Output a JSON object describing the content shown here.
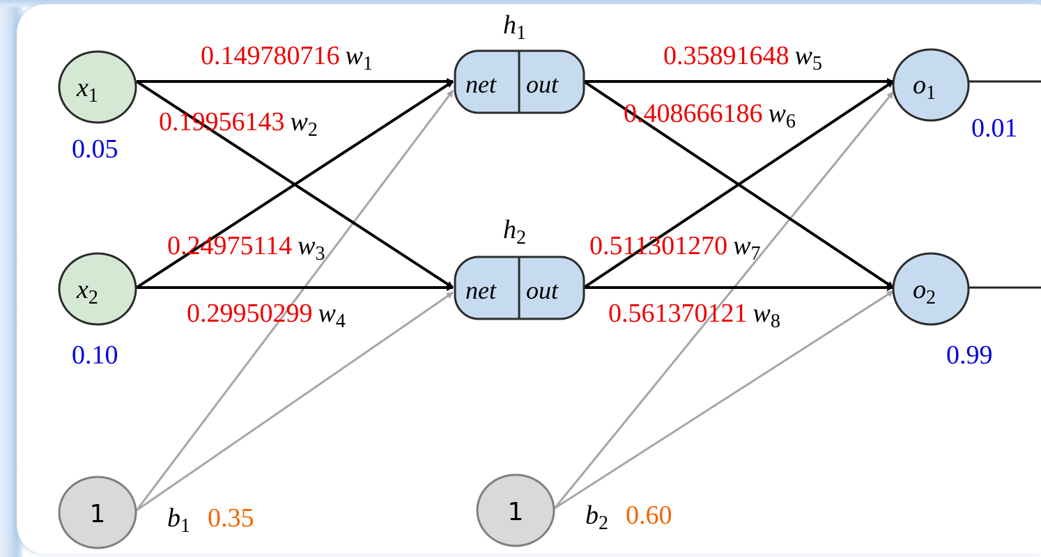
{
  "colors": {
    "weight": "#ee0000",
    "input_value": "#0000dd",
    "bias_value": "#ee6600",
    "input_node_fill": "#d5e8d4",
    "hidden_fill": "#c6dbef",
    "output_fill": "#c6dbef",
    "bias_fill": "#d9d9d9",
    "edge": "#000000",
    "bias_edge": "#a6a6a6"
  },
  "inputs": [
    {
      "id": "x1",
      "symbol": "x",
      "sub": "1",
      "value": "0.05"
    },
    {
      "id": "x2",
      "symbol": "x",
      "sub": "2",
      "value": "0.10"
    }
  ],
  "hidden": [
    {
      "id": "h1",
      "symbol": "h",
      "sub": "1",
      "net_label": "net",
      "out_label": "out"
    },
    {
      "id": "h2",
      "symbol": "h",
      "sub": "2",
      "net_label": "net",
      "out_label": "out"
    }
  ],
  "outputs": [
    {
      "id": "o1",
      "symbol": "o",
      "sub": "1",
      "target": "0.01"
    },
    {
      "id": "o2",
      "symbol": "o",
      "sub": "2",
      "target": "0.99"
    }
  ],
  "biases": [
    {
      "id": "b1",
      "node_label": "1",
      "symbol": "b",
      "sub": "1",
      "value": "0.35"
    },
    {
      "id": "b2",
      "node_label": "1",
      "symbol": "b",
      "sub": "2",
      "value": "0.60"
    }
  ],
  "weights": [
    {
      "id": "w1",
      "from": "x1",
      "to": "h1",
      "value": "0.149780716",
      "symbol": "w",
      "sub": "1"
    },
    {
      "id": "w2",
      "from": "x1",
      "to": "h2",
      "value": "0.19956143",
      "symbol": "w",
      "sub": "2"
    },
    {
      "id": "w3",
      "from": "x2",
      "to": "h1",
      "value": "0.24975114",
      "symbol": "w",
      "sub": "3"
    },
    {
      "id": "w4",
      "from": "x2",
      "to": "h2",
      "value": "0.29950299",
      "symbol": "w",
      "sub": "4"
    },
    {
      "id": "w5",
      "from": "h1",
      "to": "o1",
      "value": "0.35891648",
      "symbol": "w",
      "sub": "5"
    },
    {
      "id": "w6",
      "from": "h1",
      "to": "o2",
      "value": "0.408666186",
      "symbol": "w",
      "sub": "6"
    },
    {
      "id": "w7",
      "from": "h2",
      "to": "o1",
      "value": "0.511301270",
      "symbol": "w",
      "sub": "7"
    },
    {
      "id": "w8",
      "from": "h2",
      "to": "o2",
      "value": "0.561370121",
      "symbol": "w",
      "sub": "8"
    }
  ]
}
